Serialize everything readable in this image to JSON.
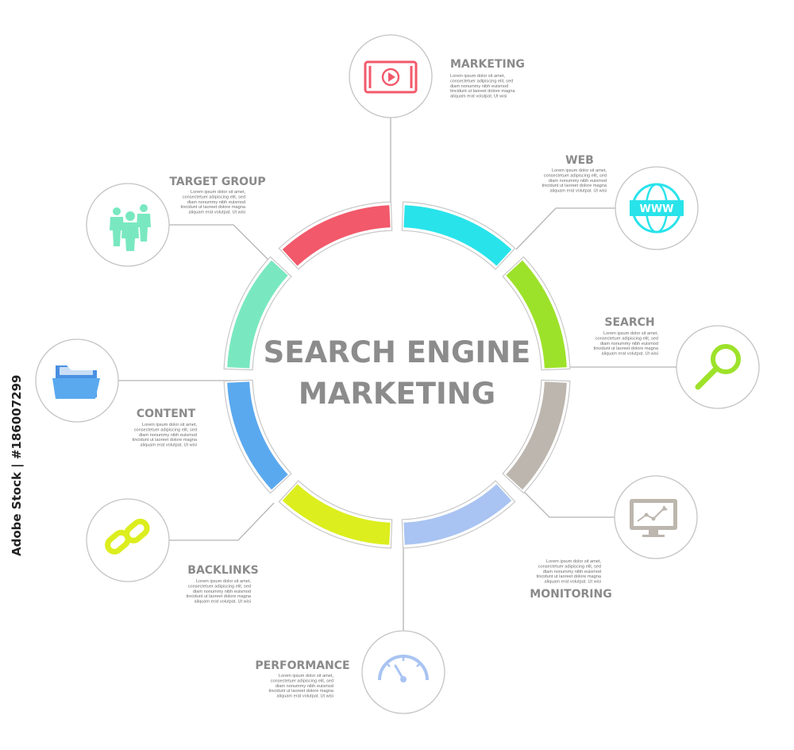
{
  "diagram": {
    "center_title": [
      "SEARCH ENGINE",
      "MARKETING"
    ],
    "lorem_lines": [
      "Lorem ipsum dolor sit amet,",
      "consectetuer adipiscing elit, sed",
      "diam nonummy nibh euismod",
      "tincidunt ut laoreet dolore magna",
      "aliquam erat volutpat. Ut wisi"
    ],
    "items": [
      {
        "id": "marketing",
        "title": "MARKETING",
        "icon": "tablet-play-icon",
        "color": "#f2596b"
      },
      {
        "id": "web",
        "title": "WEB",
        "icon": "www-globe-icon",
        "color": "#29e3ea"
      },
      {
        "id": "search",
        "title": "SEARCH",
        "icon": "magnifier-icon",
        "color": "#9de22a"
      },
      {
        "id": "monitoring",
        "title": "MONITORING",
        "icon": "monitor-chart-icon",
        "color": "#bcb6ae"
      },
      {
        "id": "performance",
        "title": "PERFORMANCE",
        "icon": "speedometer-icon",
        "color": "#a9c4f2"
      },
      {
        "id": "backlinks",
        "title": "BACKLINKS",
        "icon": "chain-link-icon",
        "color": "#dcee1e"
      },
      {
        "id": "content",
        "title": "CONTENT",
        "icon": "folder-icon",
        "color": "#5aa9ef"
      },
      {
        "id": "target-group",
        "title": "TARGET GROUP",
        "icon": "people-group-icon",
        "color": "#79e8c0"
      }
    ],
    "segment_colors": [
      "#29e3ea",
      "#9de22a",
      "#bcb6ae",
      "#a9c4f2",
      "#dcee1e",
      "#5aa9ef",
      "#79e8c0",
      "#f2596b"
    ]
  },
  "watermark": "Adobe Stock | #186007299"
}
